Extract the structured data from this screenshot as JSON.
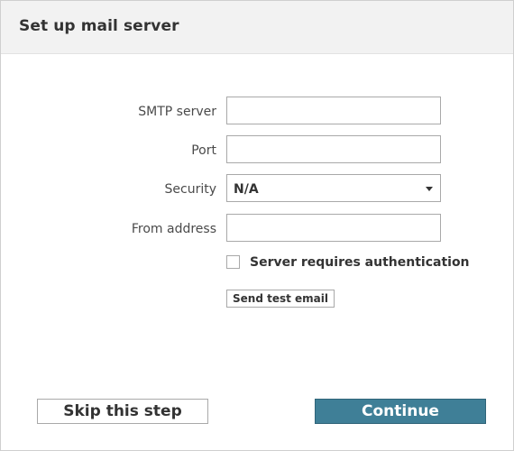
{
  "dialog": {
    "title": "Set up mail server"
  },
  "form": {
    "smtp_server": {
      "label": "SMTP server",
      "value": ""
    },
    "port": {
      "label": "Port",
      "value": ""
    },
    "security": {
      "label": "Security",
      "selected": "N/A"
    },
    "from_address": {
      "label": "From address",
      "value": ""
    },
    "auth_checkbox": {
      "label": "Server requires authentication",
      "checked": false
    },
    "test_button": "Send test email"
  },
  "footer": {
    "skip_label": "Skip this step",
    "continue_label": "Continue"
  },
  "colors": {
    "primary_button": "#3f7f97",
    "header_bg": "#f2f2f2"
  },
  "icons": {
    "security_dropdown": "chevron-down-icon"
  }
}
